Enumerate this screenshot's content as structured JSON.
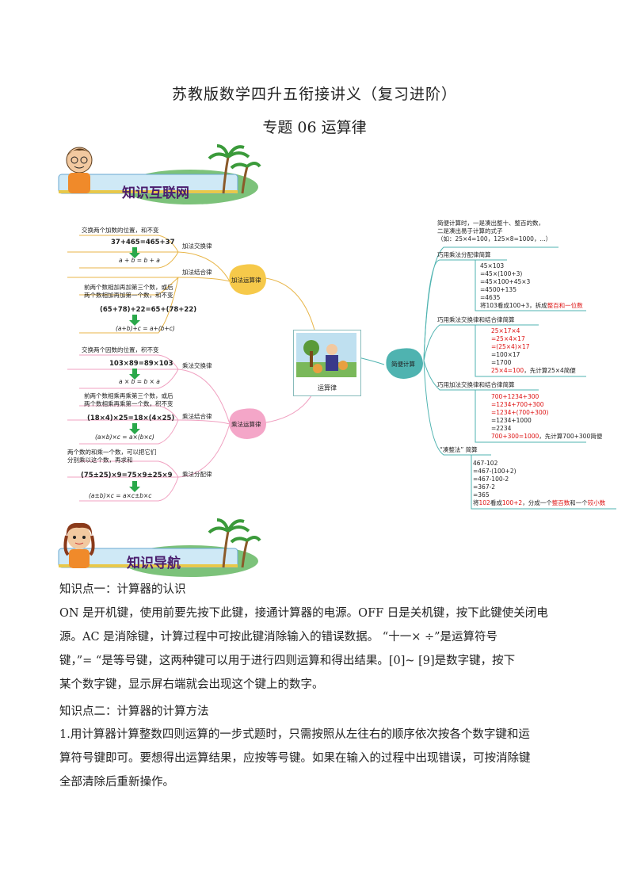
{
  "document": {
    "title": "苏教版数学四升五衔接讲义（复习进阶）",
    "subtitle": "专题 06  运算律"
  },
  "banners": {
    "network": "知识互联网",
    "navigation": "知识导航"
  },
  "mindmap": {
    "center": "运算律",
    "addition_laws": "加法运算律",
    "multiplication_laws": "乘法运算律",
    "simple_calc": "简便计算",
    "add_commutative": {
      "label": "加法交换律",
      "desc": "交换两个加数的位置，和不变",
      "example": "37+465=465+37",
      "formula": "a + b = b + a"
    },
    "add_associative": {
      "label": "加法结合律",
      "desc1": "前两个数相加再加第三个数，或后",
      "desc2": "两个数相加再加第一个数，和不变",
      "example": "(65+78)+22=65+(78+22)",
      "formula": "(a+b)+c = a+(b+c)"
    },
    "mul_commutative": {
      "label": "乘法交换律",
      "desc": "交换两个因数的位置，积不变",
      "example": "103×89=89×103",
      "formula": "a × b = b × a"
    },
    "mul_associative": {
      "label": "乘法结合律",
      "desc1": "前两个数相乘再乘第三个数，或后",
      "desc2": "两个数相乘再乘第一个数，积不变",
      "example": "(18×4)×25=18×(4×25)",
      "formula": "(a×b)×c = a×(b×c)"
    },
    "mul_distributive": {
      "label": "乘法分配律",
      "desc1": "两个数的和乘一个数，可以把它们",
      "desc2": "分别乘以这个数，再求和",
      "example": "(75±25)×9=75×9±25×9",
      "formula": "(a±b)×c = a×c±b×c"
    },
    "simple_intro": {
      "line1": "简便计算时，一是凑出整十、整百的数，",
      "line2": "二是凑出易于计算的式子",
      "line3": "（如：25×4=100，125×8=1000，...）"
    },
    "dist_branch": {
      "label": "巧用乘法分配律简算",
      "lines": [
        "45×103",
        "=45×(100+3)",
        "=45×100+45×3",
        "=4500+135",
        "=4635"
      ],
      "note_pre": "将103看成100+3，拆成",
      "note_red": "整百和一位数"
    },
    "comm_assoc_branch": {
      "label": "巧用乘法交换律和结合律简算",
      "lines": [
        "25×17×4",
        "=25×4×17",
        "=(25×4)×17",
        "=100×17",
        "=1700"
      ],
      "note_red": "25×4=100",
      "note_post": "，先计算25×4简便"
    },
    "add_branch": {
      "label": "巧用加法交换律和结合律简算",
      "lines": [
        "700+1234+300",
        "=1234+700+300",
        "=1234+(700+300)",
        "=1234+1000",
        "=2234"
      ],
      "note_red": "700+300=1000",
      "note_post": "，先计算700+300简便"
    },
    "round_branch": {
      "label": "“凑整法” 简算",
      "lines": [
        "467-102",
        "=467-(100+2)",
        "=467-100-2",
        "=367-2",
        "=365"
      ],
      "note_pre": "将",
      "note_red1": "102",
      "note_mid1": "看成",
      "note_red2": "100+2",
      "note_mid2": "，分成一个",
      "note_red3": "整百数",
      "note_mid3": "和一个",
      "note_red4": "较小数"
    }
  },
  "content": {
    "point1_heading": "知识点一：计算器的认识",
    "point1_lines": [
      "ON 是开机键，使用前要先按下此键，接通计算器的电源。OFF 日是关机键，按下此键使关闭电",
      "源。AC 是消除键，计算过程中可按此键消除输入的错误数据。  “十一×  ÷”是运算符号",
      "键，”= “是等号键，这两种键可以用于进行四则运算和得出结果。[0]~ [9]是数字键，按下",
      "某个数字键，显示屏右端就会出现这个键上的数字。"
    ],
    "point2_heading": "知识点二：计算器的计算方法",
    "point2_lines": [
      "1.用计算器计算整数四则运算的一步式题时，只需按照从左往右的顺序依次按各个数字键和运",
      "算符号键即可。要想得出运算结果，应按等号键。如果在输入的过程中出现错误，可按消除键",
      "全部清除后重新操作。"
    ]
  },
  "colors": {
    "add_leaf": "#f6c94a",
    "mul_leaf": "#f4a6c8",
    "simple_leaf": "#4fb3b0",
    "arrow": "#2aa84a",
    "red": "#d11111"
  }
}
